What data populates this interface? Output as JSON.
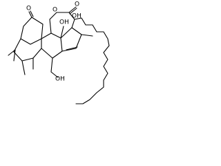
{
  "structure": {
    "atom_labels": {
      "ketone_oxygen": "O",
      "ester_oxygen": "O",
      "ester_carbonyl_oxygen": "O",
      "hydroxyl_top": "OH",
      "hydroxyl_right": "OH",
      "hydroxymethyl_bottom": "OH"
    }
  },
  "colors": {
    "ink": "#000000",
    "background": "#ffffff"
  }
}
